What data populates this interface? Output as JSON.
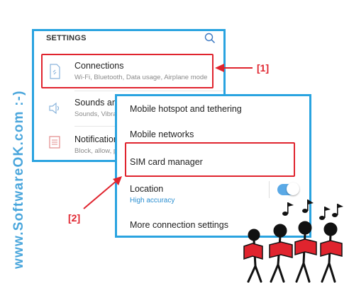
{
  "watermark": {
    "text": "www.SoftwareOK.com :-)",
    "color": "#4aa6dc"
  },
  "settings_panel": {
    "title": "SETTINGS",
    "search_icon": "search-icon",
    "items": [
      {
        "name": "Connections",
        "sub": "Wi-Fi, Bluetooth, Data usage, Airplane mode",
        "icon": "connections-icon"
      },
      {
        "name": "Sounds and vibration",
        "sub": "Sounds, Vibration",
        "icon": "sound-icon"
      },
      {
        "name": "Notifications",
        "sub": "Block, allow, prioritize",
        "icon": "notifications-icon"
      }
    ]
  },
  "connections_panel": {
    "items": [
      {
        "name": "Mobile hotspot and tethering"
      },
      {
        "name": "Mobile networks"
      },
      {
        "name": "SIM card manager"
      },
      {
        "name": "Location",
        "sub": "High accuracy",
        "toggle": true
      },
      {
        "name": "More connection settings"
      }
    ]
  },
  "annotations": {
    "label1": "[1]",
    "label2": "[2]"
  },
  "colors": {
    "accent": "#29a3e0",
    "highlight": "#e0242e",
    "toggle_on": "#5aa9e6"
  }
}
